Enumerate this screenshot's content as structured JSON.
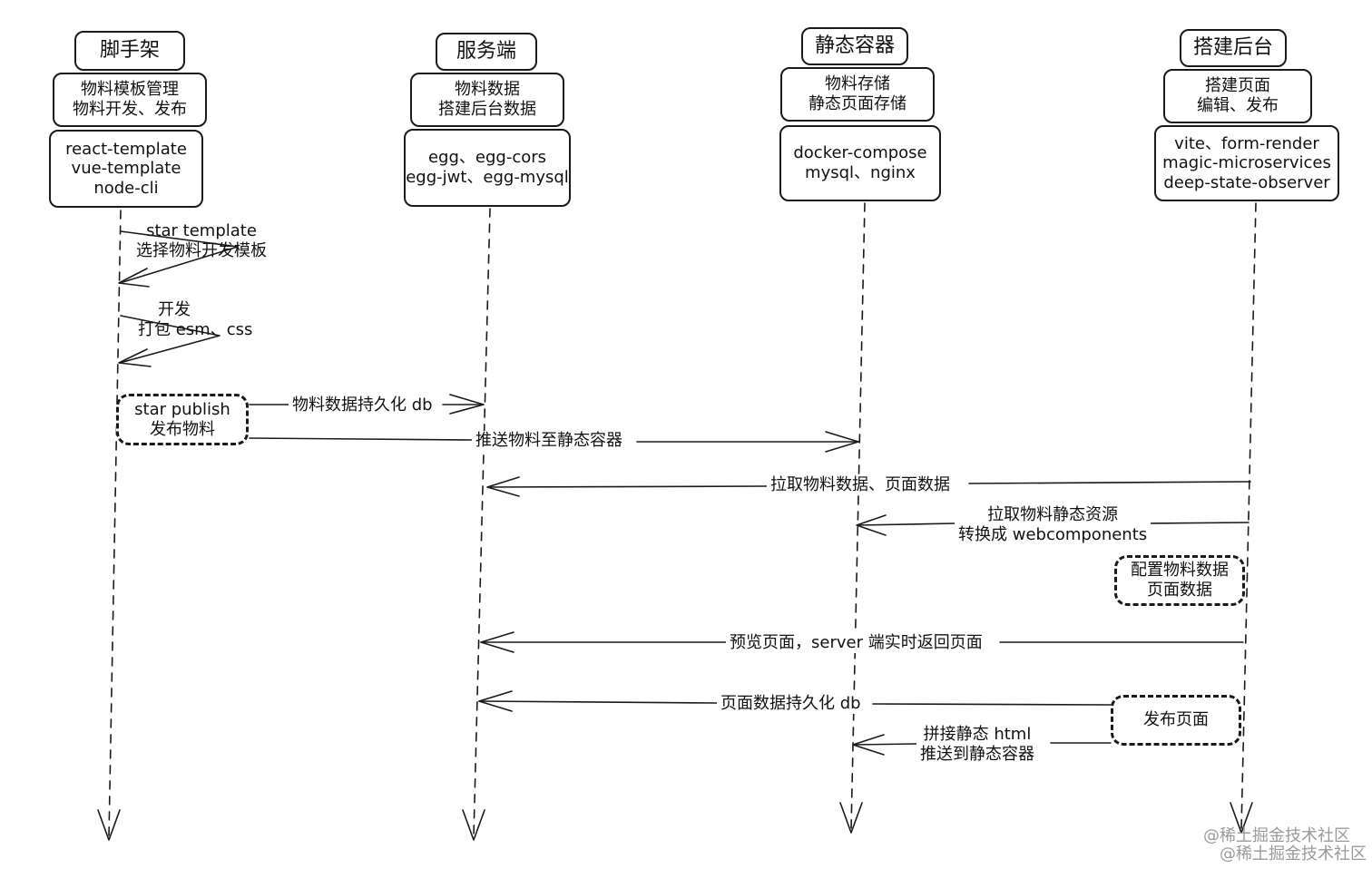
{
  "columns": [
    {
      "title": "脚手架",
      "duties": [
        "物料模板管理",
        "物料开发、发布"
      ],
      "tech": [
        "react-template",
        "vue-template",
        "node-cli"
      ]
    },
    {
      "title": "服务端",
      "duties": [
        "物料数据",
        "搭建后台数据"
      ],
      "tech": [
        "egg、egg-cors",
        "egg-jwt、egg-mysql"
      ]
    },
    {
      "title": "静态容器",
      "duties": [
        "物料存储",
        "静态页面存储"
      ],
      "tech": [
        "docker-compose",
        "mysql、nginx"
      ]
    },
    {
      "title": "搭建后台",
      "duties": [
        "搭建页面",
        "编辑、发布"
      ],
      "tech": [
        "vite、form-render",
        "magic-microservices",
        "deep-state-observer"
      ]
    }
  ],
  "actions": {
    "star_publish": [
      "star publish",
      "发布物料"
    ],
    "config_data": [
      "配置物料数据",
      "页面数据"
    ],
    "publish_page": [
      "发布页面"
    ]
  },
  "messages": {
    "star_template": [
      "star template",
      "选择物料开发模板"
    ],
    "develop": [
      "开发",
      "打包 esm、css"
    ],
    "persist_material": "物料数据持久化 db",
    "push_material": "推送物料至静态容器",
    "pull_data": "拉取物料数据、页面数据",
    "pull_static": [
      "拉取物料静态资源",
      "转换成 webcomponents"
    ],
    "preview": "预览页面，server 端实时返回页面",
    "persist_page": "页面数据持久化 db",
    "concat_push": [
      "拼接静态 html",
      "推送到静态容器"
    ]
  },
  "watermark": [
    "@稀土掘金技术社区",
    "@稀土掘金技术社区"
  ]
}
